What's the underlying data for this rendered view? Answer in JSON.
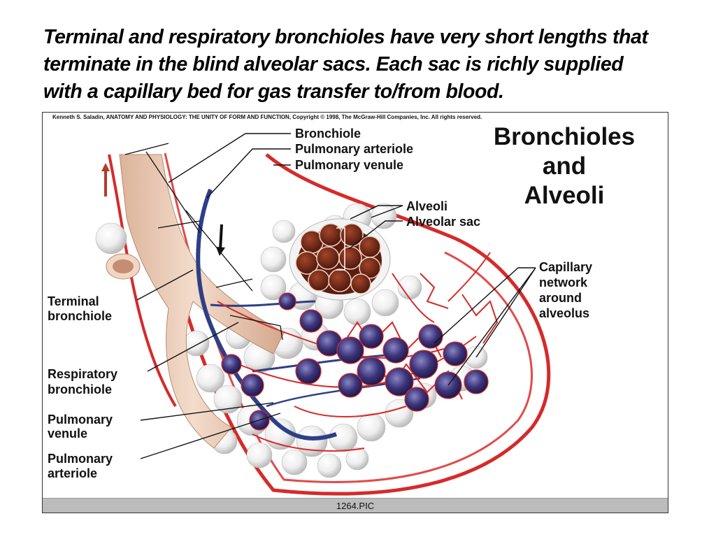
{
  "heading": {
    "line1": "Terminal and respiratory bronchioles have very short lengths that",
    "line2": "terminate in the blind alveolar sacs. Each sac is richly supplied",
    "line3": "with a capillary bed for gas transfer to/from blood."
  },
  "figure": {
    "credit": "Kenneth S. Saladin, ANATOMY AND PHYSIOLOGY: THE UNITY OF FORM AND FUNCTION, Copyright © 1998, The McGraw-Hill Companies, Inc.  All rights reserved.",
    "title": [
      "Bronchioles",
      "and",
      "Alveoli"
    ],
    "labels": {
      "bronchiole": "Bronchiole",
      "pulmonary_arteriole_top": "Pulmonary arteriole",
      "pulmonary_venule_top": "Pulmonary venule",
      "alveoli": "Alveoli",
      "alveolar_sac": "Alveolar sac",
      "capillary_network": [
        "Capillary",
        "network",
        "around",
        "alveolus"
      ],
      "terminal_bronchiole": [
        "Terminal",
        "bronchiole"
      ],
      "respiratory_bronchiole": [
        "Respiratory",
        "bronchiole"
      ],
      "pulmonary_venule_bottom": [
        "Pulmonary",
        "venule"
      ],
      "pulmonary_arteriole_bottom": [
        "Pulmonary",
        "arteriole"
      ]
    },
    "footer": "1264.PIC",
    "colors": {
      "artery_red": "#d62a2a",
      "vein_blue": "#2d3f86",
      "bronchiole_tan": "#e9c9b2",
      "alveolus_white": "#f4f4f4",
      "sac_interior": "#6e2412"
    }
  }
}
